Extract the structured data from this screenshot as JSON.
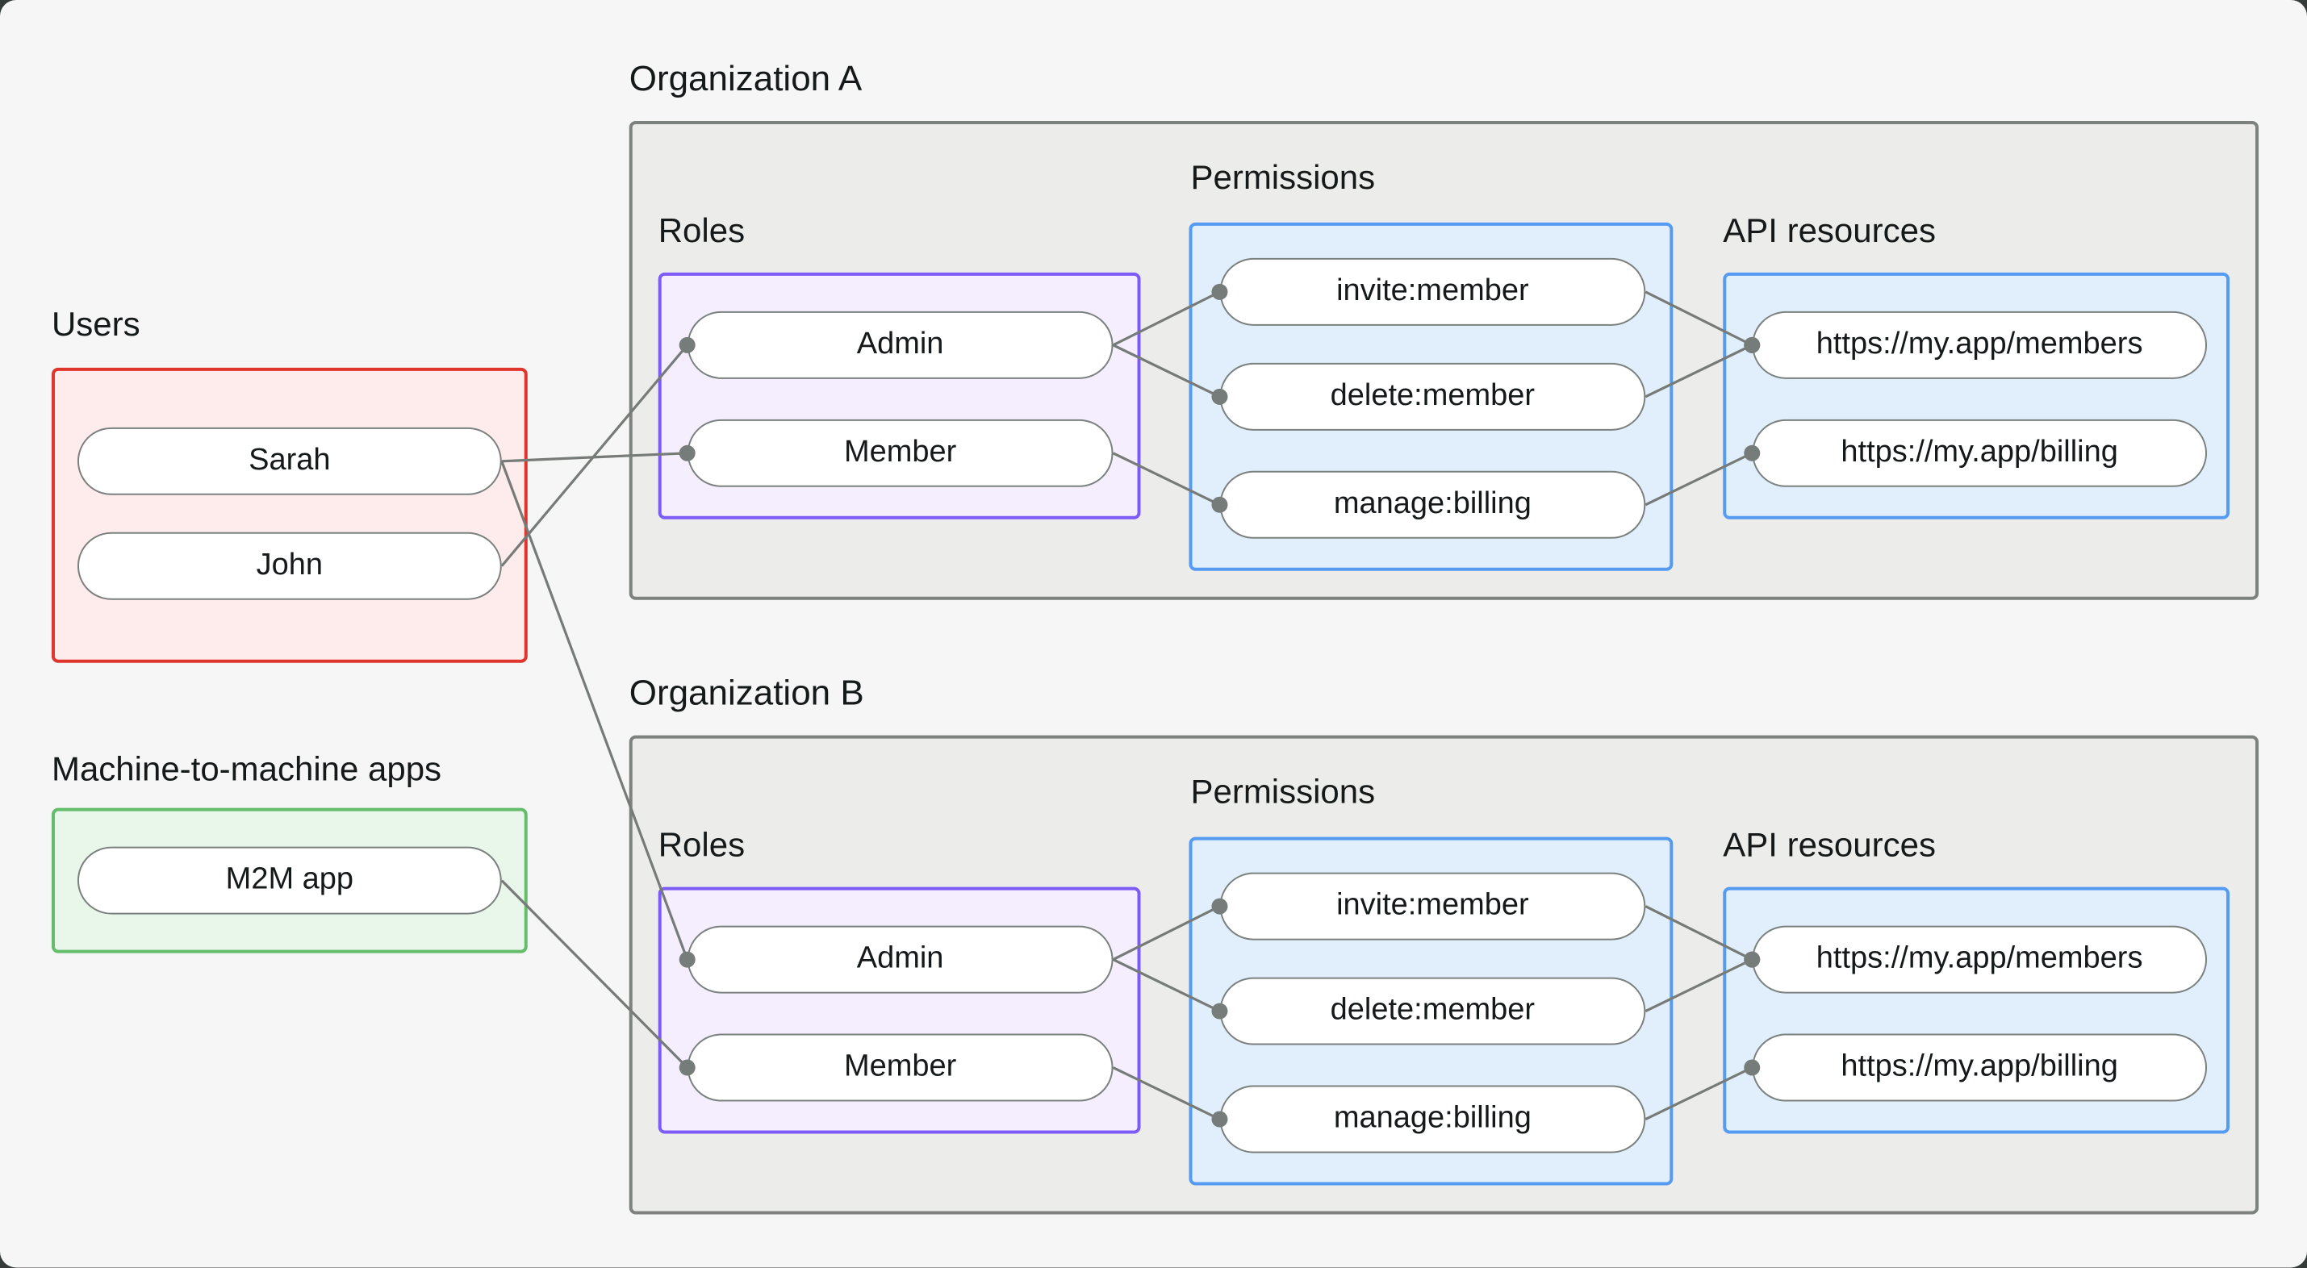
{
  "canvas": {
    "background": "#f5f6f5",
    "outer_background": "#353b38",
    "line_color": "#767b78",
    "dot_color": "#757c79",
    "text_color": "#15191a",
    "pill_border_color": "#7b817e",
    "pill_fill": "#ffffff",
    "org_border_color": "#7d827f",
    "org_fill_color": "#ececeb"
  },
  "left_panel": {
    "users_group": {
      "label": "Users",
      "border_color": "#df352c",
      "fill_color": "#fdeceb",
      "nodes": [
        {
          "id": "sarah",
          "label": "Sarah"
        },
        {
          "id": "john",
          "label": "John"
        }
      ]
    },
    "m2m_group": {
      "label": "Machine-to-machine apps",
      "border_color": "#64bd6b",
      "fill_color": "#e9f6ea",
      "nodes": [
        {
          "id": "m2m_app",
          "label": "M2M app"
        }
      ]
    }
  },
  "organizations": [
    {
      "id": "orgA",
      "label": "Organization A",
      "roles": {
        "label": "Roles",
        "border_color": "#7d5bf7",
        "fill_color": "#f4eefe",
        "nodes": [
          {
            "id": "orgA.admin",
            "label": "Admin"
          },
          {
            "id": "orgA.member",
            "label": "Member"
          }
        ]
      },
      "permissions": {
        "label": "Permissions",
        "border_color": "#569bf2",
        "fill_color": "#e1eefb",
        "nodes": [
          {
            "id": "orgA.invite",
            "label": "invite:member"
          },
          {
            "id": "orgA.delete",
            "label": "delete:member"
          },
          {
            "id": "orgA.manage",
            "label": "manage:billing"
          }
        ]
      },
      "api": {
        "label": "API resources",
        "border_color": "#569bf2",
        "fill_color": "#e1eefb",
        "nodes": [
          {
            "id": "orgA.members",
            "label": "https://my.app/members"
          },
          {
            "id": "orgA.billing",
            "label": "https://my.app/billing"
          }
        ]
      }
    },
    {
      "id": "orgB",
      "label": "Organization B",
      "roles": {
        "label": "Roles",
        "border_color": "#7d5bf7",
        "fill_color": "#f4eefe",
        "nodes": [
          {
            "id": "orgB.admin",
            "label": "Admin"
          },
          {
            "id": "orgB.member",
            "label": "Member"
          }
        ]
      },
      "permissions": {
        "label": "Permissions",
        "border_color": "#569bf2",
        "fill_color": "#e1eefb",
        "nodes": [
          {
            "id": "orgB.invite",
            "label": "invite:member"
          },
          {
            "id": "orgB.delete",
            "label": "delete:member"
          },
          {
            "id": "orgB.manage",
            "label": "manage:billing"
          }
        ]
      },
      "api": {
        "label": "API resources",
        "border_color": "#569bf2",
        "fill_color": "#e1eefb",
        "nodes": [
          {
            "id": "orgB.members",
            "label": "https://my.app/members"
          },
          {
            "id": "orgB.billing",
            "label": "https://my.app/billing"
          }
        ]
      }
    }
  ],
  "edges": [
    {
      "from": "sarah",
      "to": "orgA.member"
    },
    {
      "from": "john",
      "to": "orgA.admin"
    },
    {
      "from": "sarah",
      "to": "orgB.admin"
    },
    {
      "from": "m2m_app",
      "to": "orgB.member"
    },
    {
      "from": "orgA.admin",
      "to": "orgA.invite"
    },
    {
      "from": "orgA.admin",
      "to": "orgA.delete"
    },
    {
      "from": "orgA.member",
      "to": "orgA.manage"
    },
    {
      "from": "orgA.invite",
      "to": "orgA.members"
    },
    {
      "from": "orgA.delete",
      "to": "orgA.members"
    },
    {
      "from": "orgA.manage",
      "to": "orgA.billing"
    },
    {
      "from": "orgB.admin",
      "to": "orgB.invite"
    },
    {
      "from": "orgB.admin",
      "to": "orgB.delete"
    },
    {
      "from": "orgB.member",
      "to": "orgB.manage"
    },
    {
      "from": "orgB.invite",
      "to": "orgB.members"
    },
    {
      "from": "orgB.delete",
      "to": "orgB.members"
    },
    {
      "from": "orgB.manage",
      "to": "orgB.billing"
    }
  ]
}
